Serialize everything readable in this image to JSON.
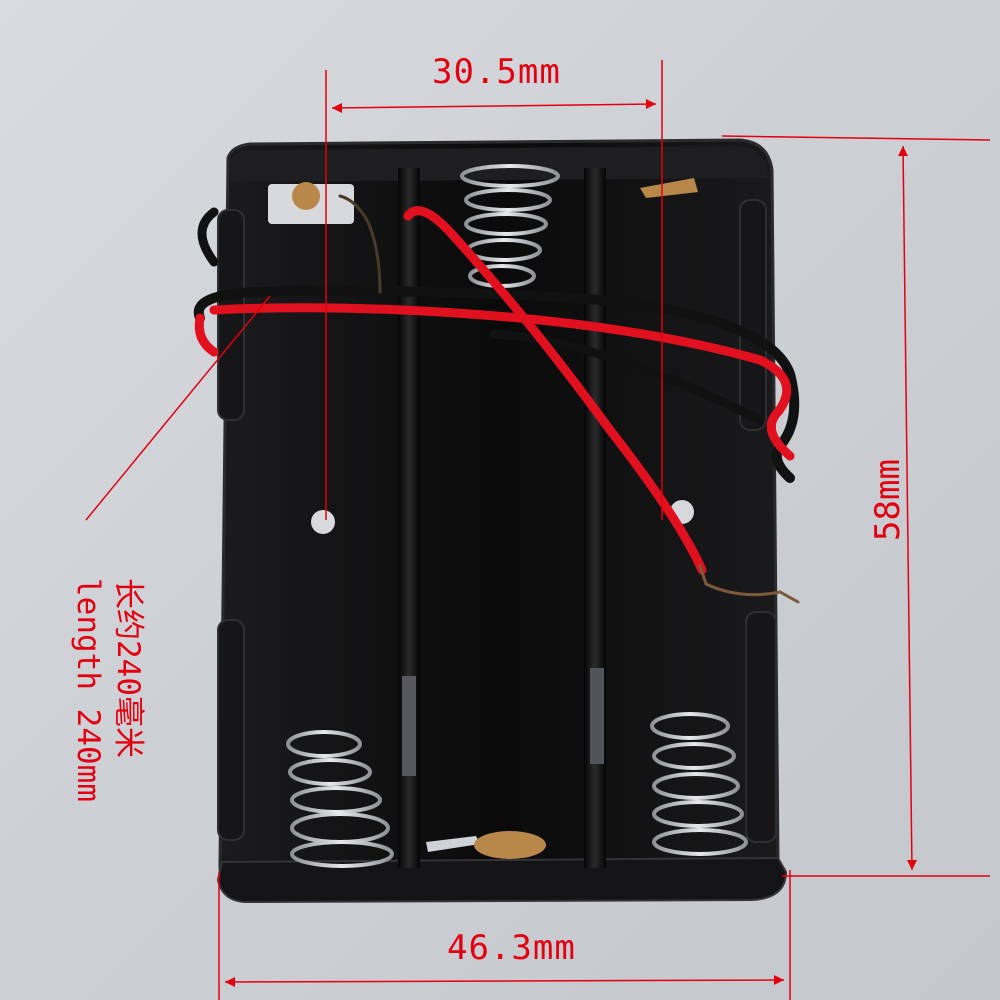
{
  "annotations": {
    "top_width": "30.5mm",
    "bottom_width": "46.3mm",
    "height": "58mm",
    "wire_length_cn": "长约240毫米",
    "wire_length_en": "length 240mm"
  },
  "colors": {
    "annotation": "#e3000f",
    "holder": "#0d0d0e",
    "wire_red": "#e0101e",
    "wire_black": "#111111",
    "spring": "#b9bcc0",
    "contact": "#b7884a"
  },
  "objects": {
    "holder": "battery-holder-3-cell",
    "springs": "spring-contacts",
    "wires": "red-and-black-lead-wires"
  }
}
